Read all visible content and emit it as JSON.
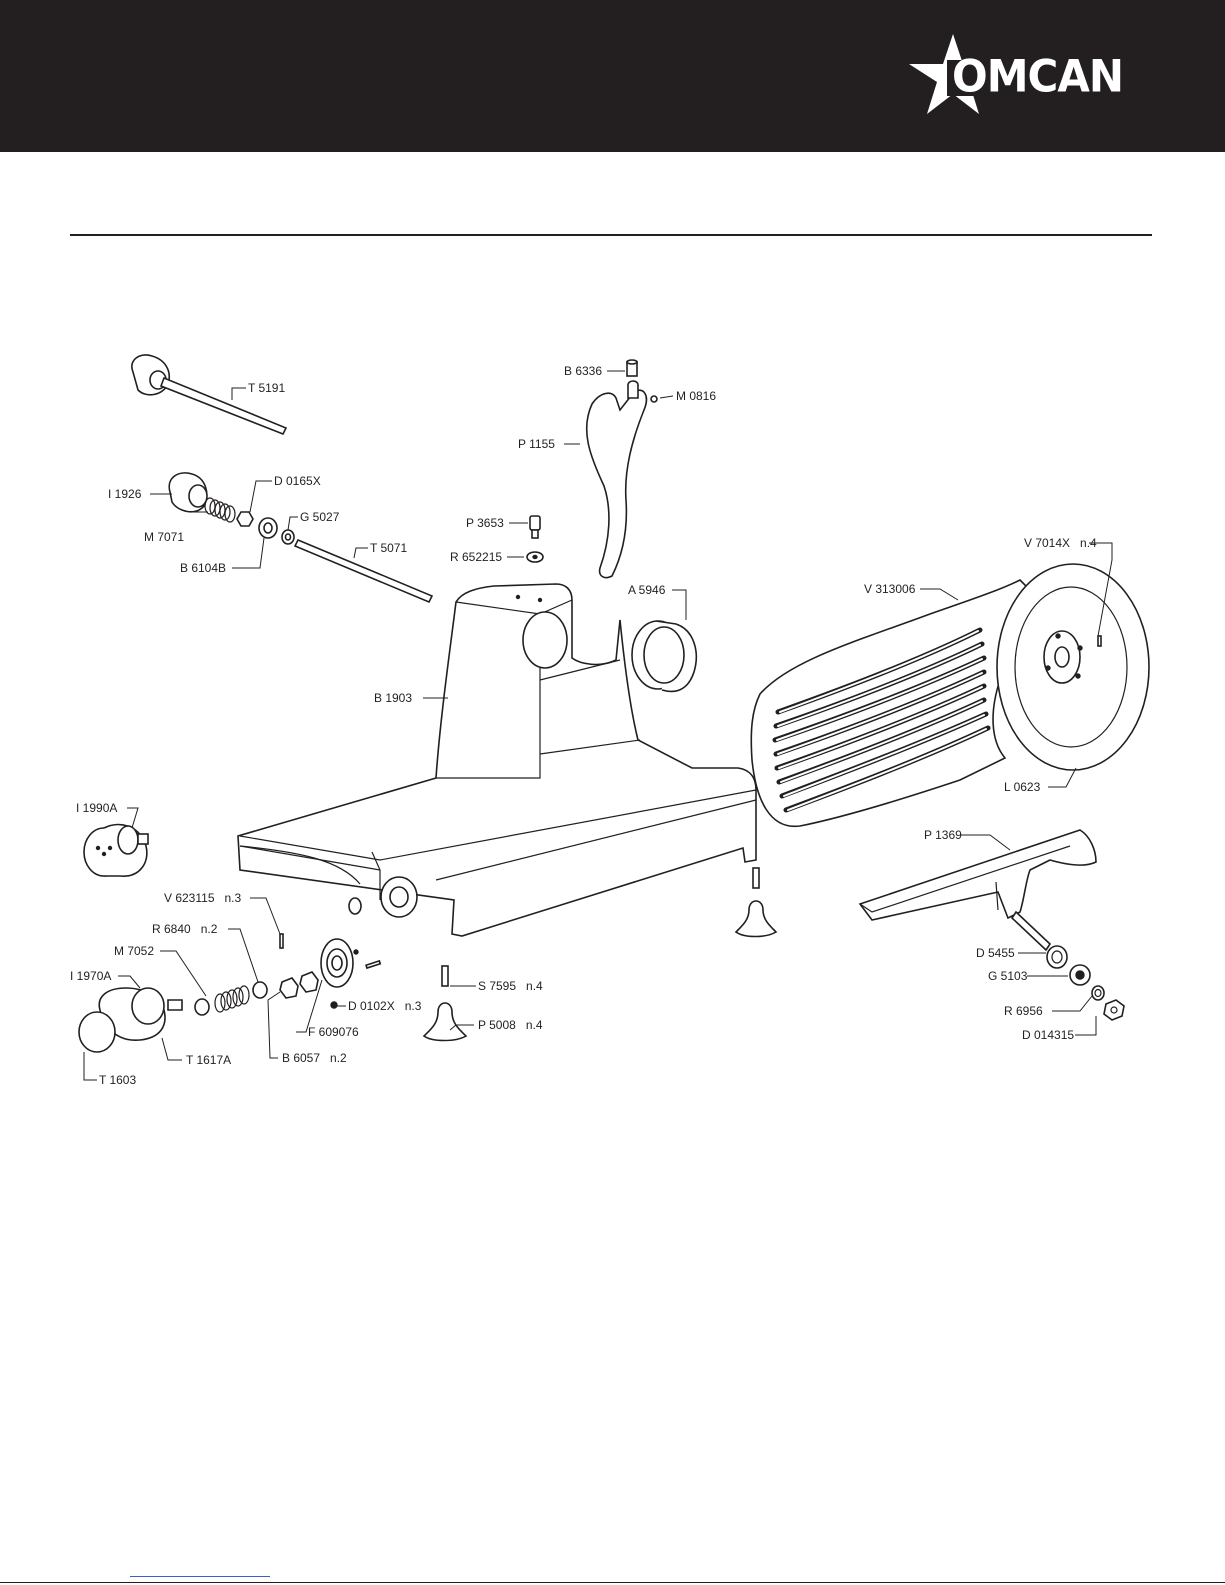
{
  "brand": {
    "name": "OMCAN"
  },
  "labels": {
    "t5191": "T 5191",
    "b6336": "B 6336",
    "m0816": "M 0816",
    "p1155": "P 1155",
    "i1926": "I 1926",
    "d0165x": "D 0165X",
    "g5027": "G 5027",
    "m7071": "M 7071",
    "b6104b": "B 6104B",
    "t5071": "T 5071",
    "p3653": "P 3653",
    "r652215": "R 652215",
    "v7014x": "V 7014X   n.4",
    "a5946": "A 5946",
    "v313006": "V 313006",
    "b1903": "B 1903",
    "l0623": "L 0623",
    "i1990a": "I 1990A",
    "p1369": "P 1369",
    "v623115": "V 623115   n.3",
    "r6840": "R 6840   n.2",
    "m7052": "M 7052",
    "i1970a": "I 1970A",
    "s7595": "S 7595   n.4",
    "d0102x": "D 0102X   n.3",
    "p5008": "P 5008   n.4",
    "f609076": "F 609076",
    "b6057": "B 6057   n.2",
    "t1617a": "T 1617A",
    "t1603": "T 1603",
    "d5455": "D 5455",
    "g5103": "G 5103",
    "r6956": "R 6956",
    "d014315": "D 014315"
  }
}
